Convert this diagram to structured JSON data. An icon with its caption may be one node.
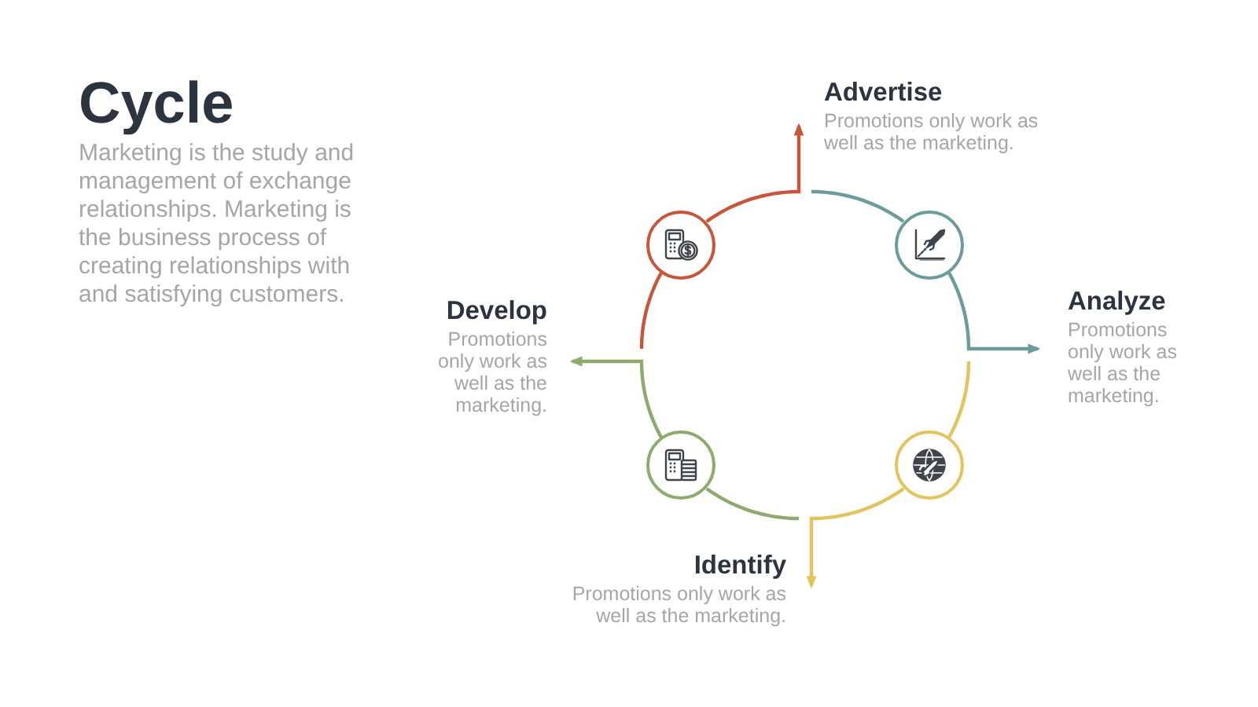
{
  "diagram": {
    "title": "Cycle",
    "nodes": [
      {
        "text": [],
        "shape": "circle"
      },
      {
        "text": [
          "Advertise",
          "Promotions only work as well as the marketing."
        ]
      },
      {
        "text": [],
        "shape": "circle"
      },
      {
        "text": [
          "Analyze",
          "Promotions only work as well as the marketing."
        ]
      },
      {
        "text": [],
        "shape": "circle"
      },
      {
        "text": [
          "Identify",
          "Promotions only work as well as the marketing."
        ]
      },
      {
        "text": [],
        "shape": "circle"
      },
      {
        "text": [
          "Develop",
          "Promotions only work as well as the marketing."
        ]
      }
    ],
    "edges": [
      {
        "from": null,
        "to": 0,
        "arrow": "none",
        "color": "#c8563a"
      },
      {
        "from": 0,
        "to": 1,
        "arrow": "to",
        "color": "#c8563a"
      },
      {
        "from": null,
        "to": 2,
        "arrow": "none",
        "color": "#6b9c9c"
      },
      {
        "from": 2,
        "to": 3,
        "arrow": "to",
        "color": "#6b9c9c"
      },
      {
        "from": null,
        "to": 4,
        "arrow": "none",
        "color": "#e3c35b"
      },
      {
        "from": 4,
        "to": 5,
        "arrow": "to",
        "color": "#e3c35b"
      },
      {
        "from": null,
        "to": 6,
        "arrow": "none",
        "color": "#8dab6b"
      },
      {
        "from": 6,
        "to": 7,
        "arrow": "to",
        "color": "#8dab6b"
      }
    ],
    "labels": [
      "Marketing is the study and management of exchange relationships. Marketing is the business process of creating relationships with and satisfying customers."
    ]
  }
}
